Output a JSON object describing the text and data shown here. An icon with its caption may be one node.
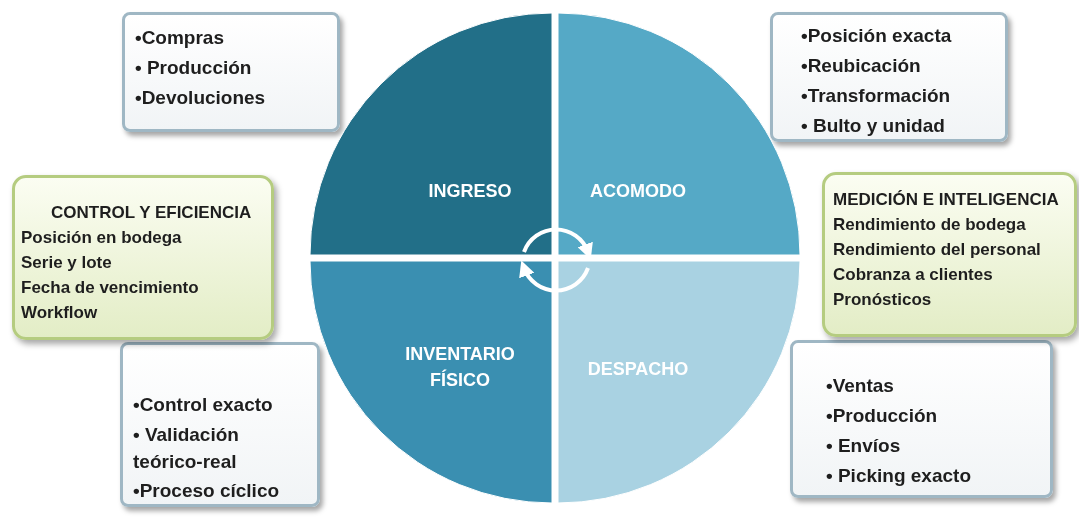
{
  "diagram": {
    "nodes": [
      {
        "text": [
          "•Compras",
          "• Producción",
          "•Devoluciones"
        ]
      },
      {
        "text": [
          "•Posición exacta",
          "•Reubicación",
          "•Transformación",
          "• Bulto y unidad"
        ]
      },
      {
        "text": [
          "CONTROL Y EFICIENCIA",
          "Posición en bodega",
          "Serie y lote",
          "Fecha de vencimiento",
          "Workflow"
        ]
      },
      {
        "text": [
          "INGRESO"
        ]
      },
      {
        "text": [
          "ACOMODO"
        ]
      },
      {
        "text": [
          "MEDICIÓN E INTELIGENCIA",
          "Rendimiento de bodega",
          "Rendimiento del personal",
          "Cobranza a clientes",
          "Pronósticos"
        ]
      },
      {
        "text": [
          "INVENTARIO FÍSICO"
        ]
      },
      {
        "text": [
          "DESPACHO"
        ]
      },
      {
        "text": [
          "•Control exacto",
          "• Validación teórico-real",
          "•Proceso cíclico"
        ]
      },
      {
        "text": [
          "•Ventas",
          "•Producción",
          "• Envíos",
          "• Picking exacto"
        ]
      }
    ],
    "edges": [
      {
        "from": 3,
        "to": 4,
        "arrow": "to"
      },
      {
        "from": 7,
        "to": 6,
        "arrow": "to"
      }
    ]
  }
}
